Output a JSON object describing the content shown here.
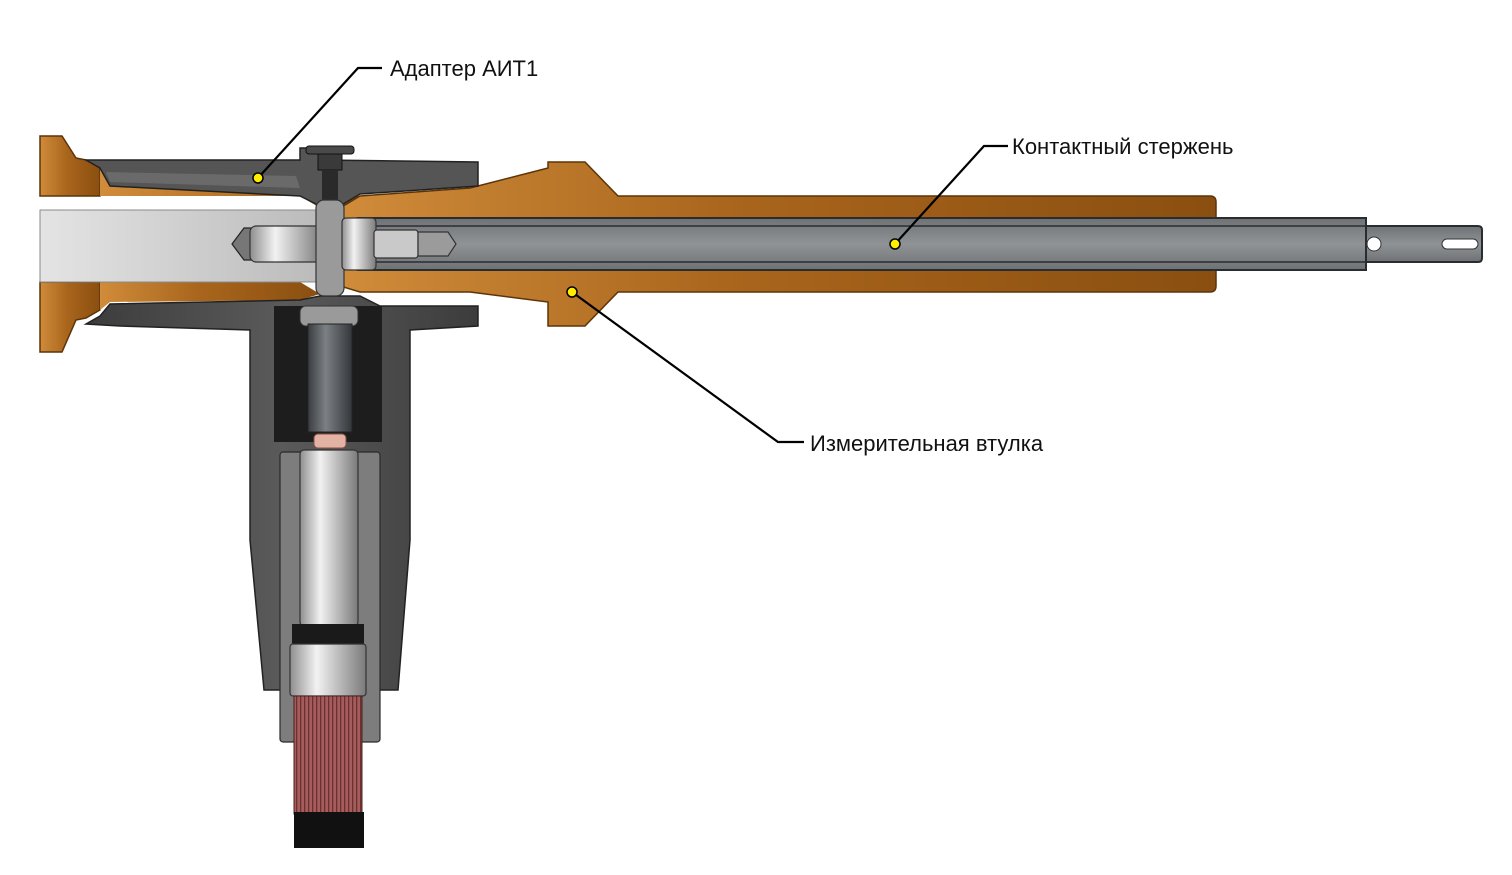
{
  "labels": {
    "adapter": "Адаптер АИТ1",
    "contact_rod": "Контактный стержень",
    "measuring_sleeve": "Измерительная втулка"
  },
  "colors": {
    "bronze_light": "#c98a3c",
    "bronze_dark": "#8a4f10",
    "steel_dark": "#4a4a4a",
    "steel_mid": "#8c8f92",
    "steel_light": "#d6d6d6",
    "cable_red": "#9b4b4b",
    "marker_yellow": "#ffee00"
  }
}
